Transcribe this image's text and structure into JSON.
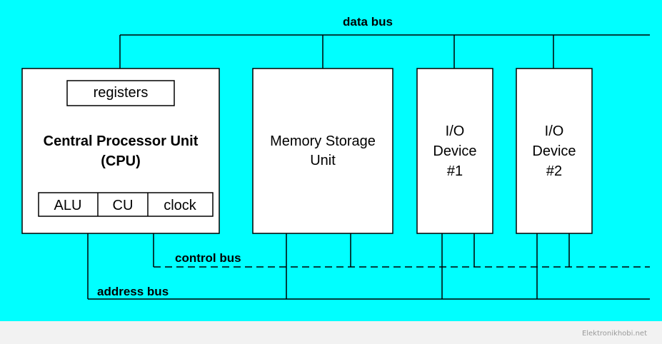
{
  "diagram": {
    "background_color": "#00ffff",
    "footer_color": "#f2f2f2",
    "buses": {
      "data_bus": "data bus",
      "control_bus": "control bus",
      "address_bus": "address bus"
    },
    "cpu": {
      "registers": "registers",
      "title_line1": "Central Processor Unit",
      "title_line2": "(CPU)",
      "alu": "ALU",
      "cu": "CU",
      "clock": "clock"
    },
    "memory": {
      "line1": "Memory Storage",
      "line2": "Unit"
    },
    "io1": {
      "line1": "I/O",
      "line2": "Device",
      "line3": "#1"
    },
    "io2": {
      "line1": "I/O",
      "line2": "Device",
      "line3": "#2"
    }
  },
  "watermark": "Elektronikhobi.net"
}
